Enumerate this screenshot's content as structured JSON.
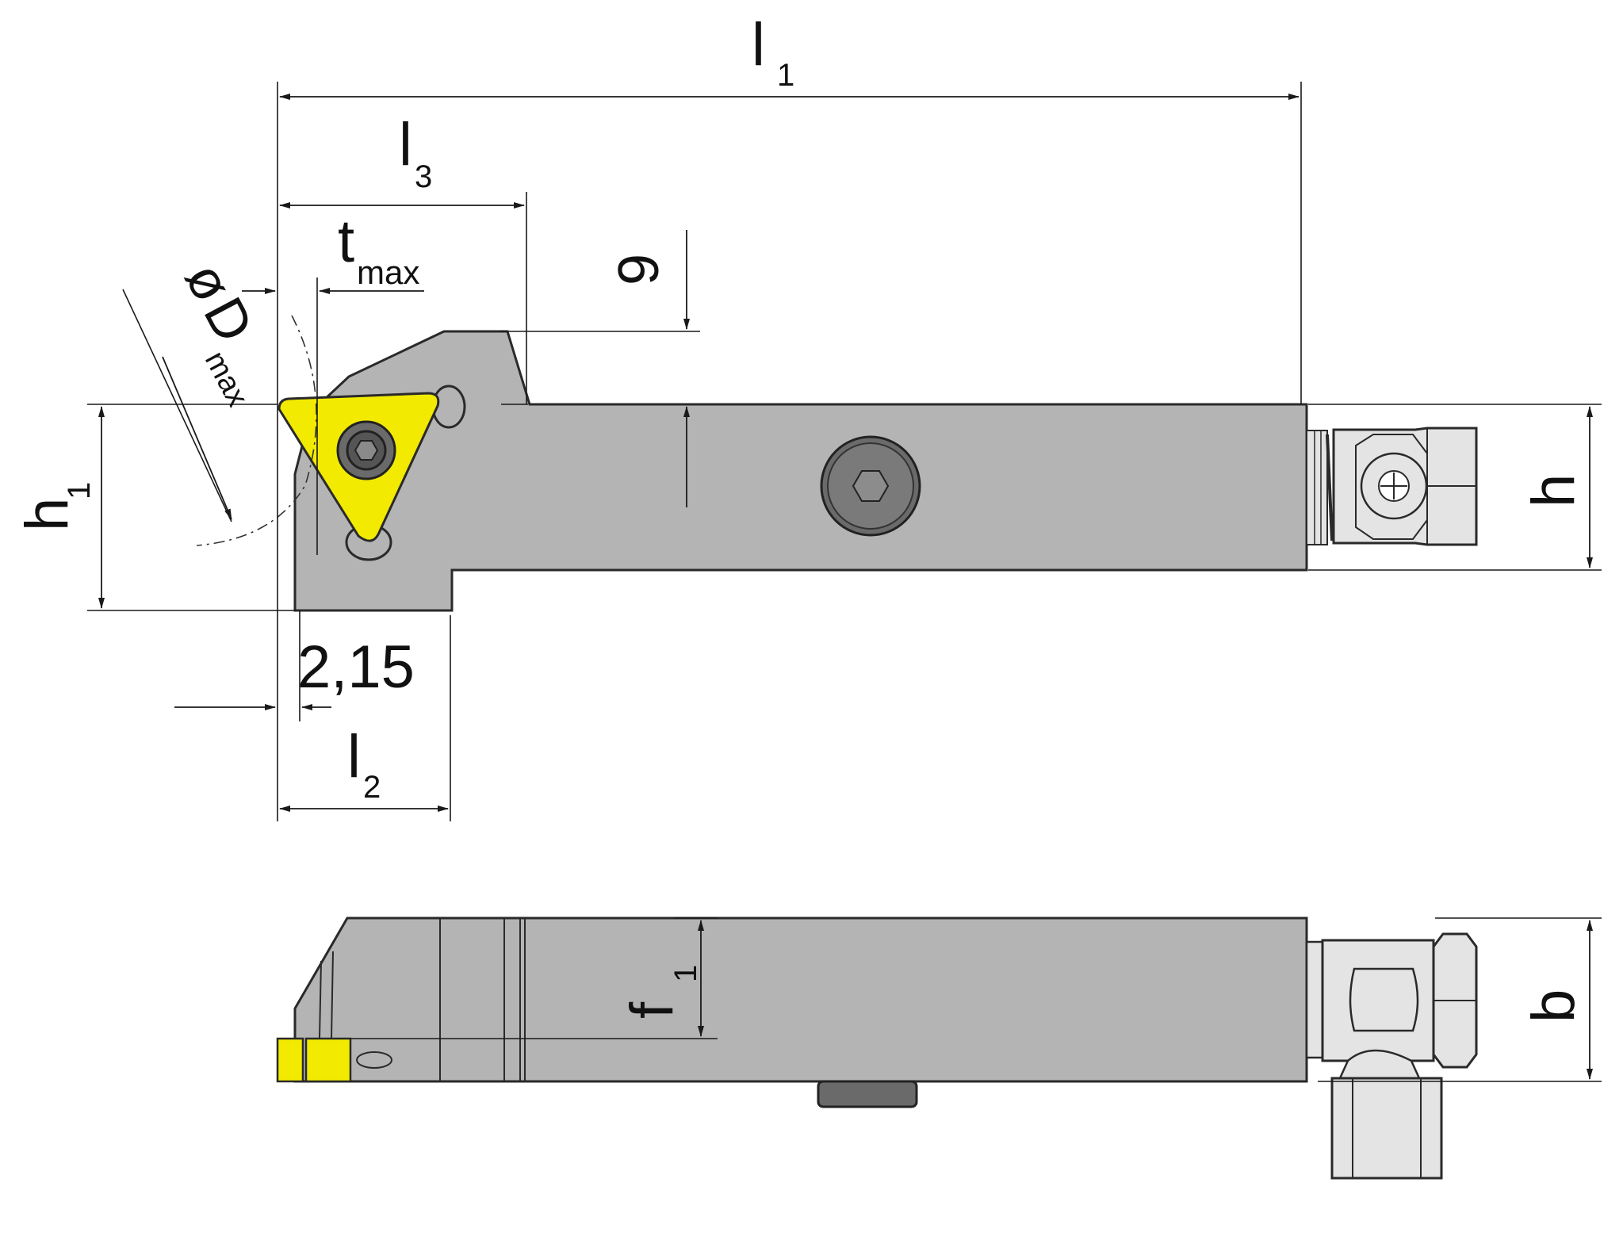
{
  "colors": {
    "body": "#b4b4b4",
    "body_outline": "#2a2a2a",
    "insert": "#f2ea00",
    "screw": "#6a6a6a",
    "fitting": "#e4e4e4",
    "dimension_line": "#1a1a1a"
  },
  "labels": {
    "l1": {
      "main": "l",
      "sub": "1"
    },
    "l2": {
      "main": "l",
      "sub": "2"
    },
    "l3": {
      "main": "l",
      "sub": "3"
    },
    "tmax": {
      "main": "t",
      "sub": "max"
    },
    "dmax": {
      "symbol": "ø",
      "main": "D",
      "sub": "max"
    },
    "nine": "9",
    "h1": {
      "main": "h",
      "sub": "1"
    },
    "h": "h",
    "offset": "2,15",
    "f1": {
      "main": "f",
      "sub": "1"
    },
    "b": "b"
  }
}
